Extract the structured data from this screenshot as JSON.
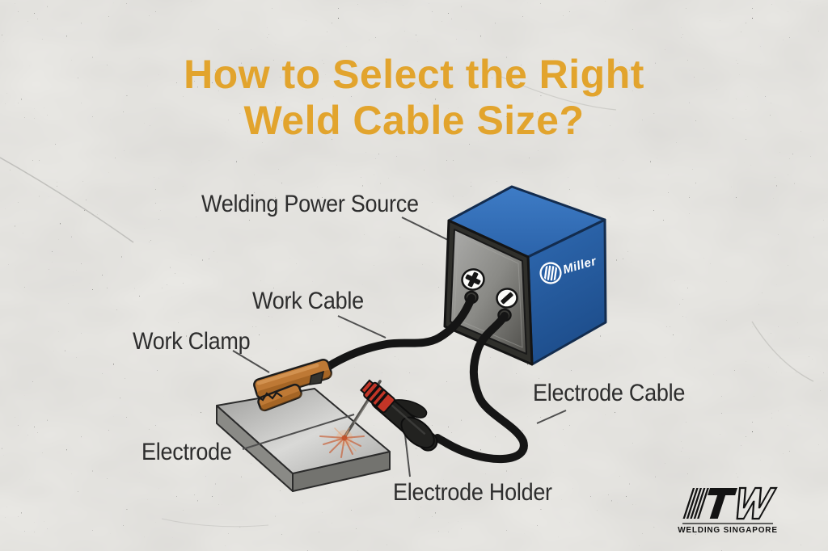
{
  "title": {
    "line1": "How to Select the Right",
    "line2": "Weld Cable Size?",
    "color": "#E2A42D"
  },
  "diagram": {
    "labels": {
      "power_source": "Welding Power Source",
      "work_cable": "Work Cable",
      "work_clamp": "Work Clamp",
      "electrode": "Electrode",
      "electrode_cable": "Electrode Cable",
      "electrode_holder": "Electrode Holder"
    },
    "machine": {
      "brand": "Miller",
      "terminal_positive": "+",
      "terminal_negative": "−"
    },
    "colors": {
      "machine_blue": "#2B64AC",
      "panel_gray": "#7A7A76",
      "clamp_copper": "#BE7935",
      "cable": "#151515",
      "spark": "#D0653A",
      "plate_gray": "#BFBFBD",
      "label_text": "#2D2D2D"
    }
  },
  "footer_logo": {
    "brand": "ITW",
    "subtitle": "WELDING SINGAPORE"
  }
}
